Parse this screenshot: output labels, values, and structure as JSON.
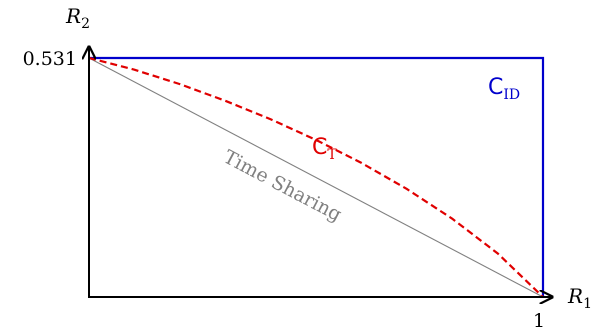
{
  "chart_data": {
    "type": "line",
    "title": "",
    "xlabel": "R1",
    "ylabel": "R2",
    "xlim": [
      0,
      1
    ],
    "ylim": [
      0,
      0.531
    ],
    "x_ticks": [
      {
        "value": 1,
        "label": "1"
      }
    ],
    "y_ticks": [
      {
        "value": 0.531,
        "label": "0.531"
      }
    ],
    "grid": false,
    "series": [
      {
        "name": "C_ID",
        "label_main": "C",
        "label_sub": "ID",
        "color": "#0000cc",
        "style": "solid",
        "x": [
          0,
          1,
          1
        ],
        "y": [
          0.531,
          0.531,
          0
        ]
      },
      {
        "name": "C_T",
        "label_main": "C",
        "label_sub": "T",
        "color": "#e00000",
        "style": "dashed",
        "x": [
          0,
          0.1,
          0.2,
          0.3,
          0.4,
          0.5,
          0.6,
          0.7,
          0.8,
          0.9,
          1.0
        ],
        "y": [
          0.531,
          0.505,
          0.473,
          0.436,
          0.395,
          0.349,
          0.298,
          0.24,
          0.174,
          0.097,
          0
        ]
      },
      {
        "name": "Time Sharing",
        "color": "#808080",
        "style": "solid",
        "x": [
          0,
          1
        ],
        "y": [
          0.531,
          0
        ]
      }
    ],
    "annotations": [
      {
        "text": "Time Sharing",
        "x": 0.42,
        "y": 0.235,
        "color": "#808080",
        "rotate_along": "Time Sharing"
      }
    ]
  }
}
